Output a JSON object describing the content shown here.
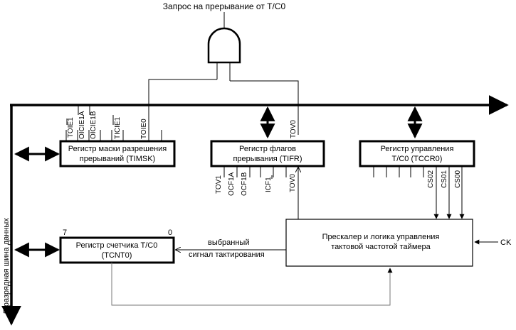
{
  "title": "Запрос на прерывание от T/C0",
  "data_bus_label": "8-разрядная шина данных",
  "registers": {
    "timsk": {
      "line1": "Регистр маски разрешения",
      "line2": "прерываний (TIMSK)"
    },
    "tifr": {
      "line1": "Регистр флагов",
      "line2": "прерывания (TIFR)"
    },
    "tccr0": {
      "line1": "Регистр управления",
      "line2": "T/C0 (TCCR0)"
    },
    "tcnt0": {
      "line1": "Регистр счетчика T/C0",
      "line2": "(TCNT0)"
    },
    "prescaler": {
      "line1": "Прескалер и логика управления",
      "line2": "тактовой частотой таймера"
    }
  },
  "timsk_bits": [
    "TOIE1",
    "OICIE1A",
    "OICIE1B",
    "TICIE1",
    "TOIE0"
  ],
  "tifr_top_bit": "TOV0",
  "tifr_bits": [
    "TOV1",
    "OCF1A",
    "OCF1B",
    "ICF1",
    "TOV0"
  ],
  "tccr0_bits": [
    "CS02",
    "CS01",
    "CS00"
  ],
  "clock_signal": {
    "line1": "выбранный",
    "line2": "сигнал тактирования"
  },
  "ck_label": "CK",
  "tcnt0_msb": "7",
  "tcnt0_lsb": "0"
}
